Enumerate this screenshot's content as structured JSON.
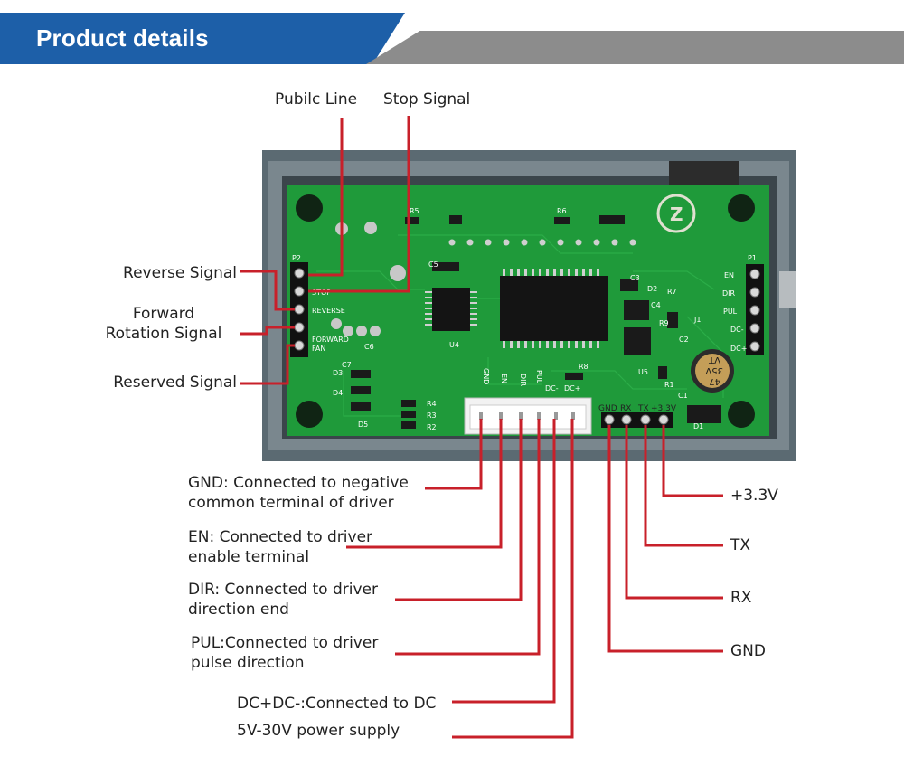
{
  "banner": {
    "title": "Product details"
  },
  "labels": {
    "public_line": "Pubilc Line",
    "stop_signal": "Stop Signal",
    "reverse_signal": "Reverse Signal",
    "forward_rotation": "Forward\nRotation Signal",
    "reserved_signal": "Reserved Signal",
    "gnd_desc": "GND: Connected to negative\ncommon terminal of driver",
    "en_desc": "EN: Connected to driver\nenable terminal",
    "dir_desc": "DIR: Connected to driver\ndirection end",
    "pul_desc": "PUL:Connected to driver\npulse direction",
    "dc_desc": "DC+DC-:Connected to DC",
    "power_desc": "5V-30V power supply",
    "v33": "+3.3V",
    "tx": "TX",
    "rx": "RX",
    "gnd": "GND"
  },
  "pcb": {
    "left_header": [
      "P2",
      "STOP",
      "REVERSE",
      "FORWARD",
      "FAN"
    ],
    "right_header": [
      "P1",
      "EN",
      "DIR",
      "PUL",
      "DC-",
      "DC+"
    ],
    "bottom_connector": [
      "GND",
      "EN",
      "DIR",
      "PUL",
      "DC-",
      "DC+"
    ],
    "uart_header": [
      "GND",
      "RX",
      "TX",
      "+3.3V"
    ],
    "components": [
      "R5",
      "R6",
      "C5",
      "C3",
      "D2",
      "R7",
      "C4",
      "R9",
      "J1",
      "C2",
      "U5",
      "R1",
      "C1",
      "D1",
      "U4",
      "C6",
      "C7",
      "D3",
      "D4",
      "D5",
      "R4",
      "R3",
      "R2",
      "R8"
    ],
    "capacitor_marking": [
      "47",
      "35V",
      "VT"
    ]
  },
  "colors": {
    "banner_blue": "#1d5fa8",
    "banner_gray": "#8c8c8c",
    "callout_red": "#c8202a",
    "pcb_green": "#1f9a3a",
    "case_gray": "#5b6a72"
  }
}
